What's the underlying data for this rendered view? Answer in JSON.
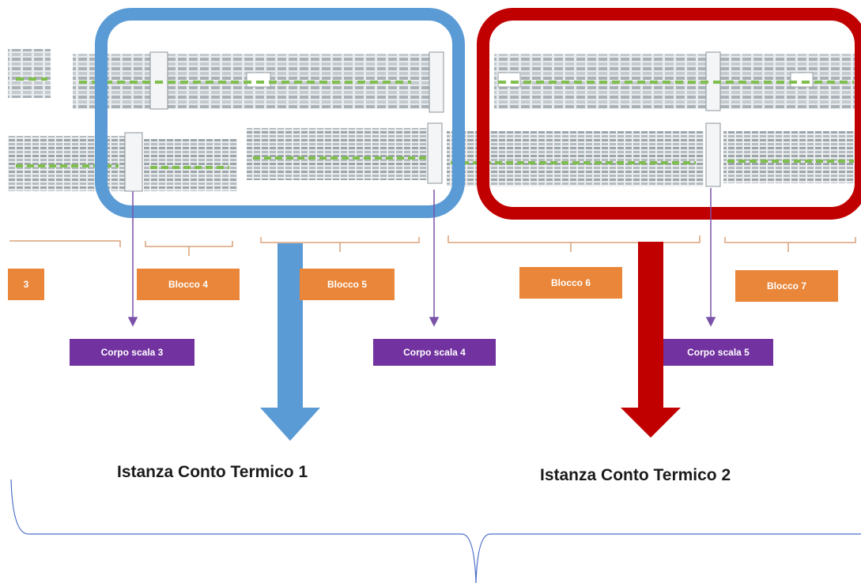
{
  "blocks": [
    {
      "label": "3"
    },
    {
      "label": "Blocco 4"
    },
    {
      "label": "Blocco 5"
    },
    {
      "label": "Blocco 6"
    },
    {
      "label": "Blocco 7"
    }
  ],
  "stairs": [
    {
      "label": "Corpo scala 3"
    },
    {
      "label": "Corpo scala 4"
    },
    {
      "label": "Corpo scala 5"
    }
  ],
  "groups": [
    {
      "caption": "Istanza Conto Termico 1",
      "color": "#5b9bd5"
    },
    {
      "caption": "Istanza Conto Termico 2",
      "color": "#c00000"
    }
  ],
  "colors": {
    "blocco_fill": "#e98639",
    "corpo_fill": "#7232a0",
    "connector": "#7a52a8",
    "bracket_orange": "#d9a27a",
    "bottom_brace": "#4a6fc7",
    "building_grey": "#9aa3a8",
    "vegetation": "#7fbf4d"
  }
}
